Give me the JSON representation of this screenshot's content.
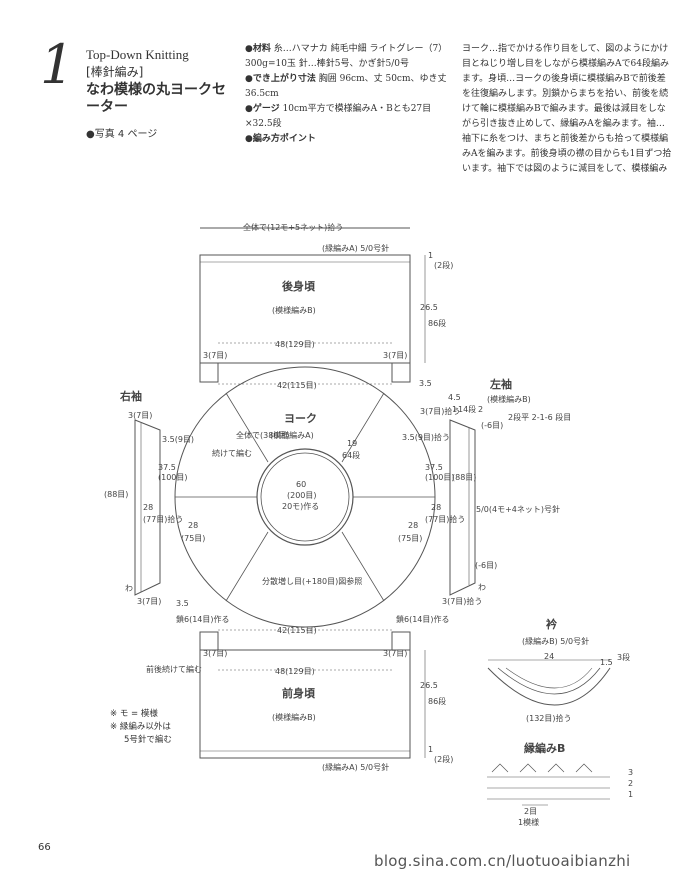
{
  "header": {
    "number": "1",
    "en_title": "Top-Down Knitting",
    "category": "[棒針編み]",
    "title": "なわ模様の丸ヨークセーター",
    "photo_ref": "●写真 4 ページ"
  },
  "instructions": {
    "materials_label": "●材料",
    "materials": "糸…ハマナカ 純毛中細 ライトグレー（7）300g=10玉 針…棒針5号、かぎ針5/0号",
    "size_label": "●でき上がり寸法",
    "size": "胸囲 96cm、丈 50cm、ゆき丈 36.5cm",
    "gauge_label": "●ゲージ",
    "gauge": "10cm平方で模様編みA・Bとも27目×32.5段",
    "points_label": "●編み方ポイント",
    "points": "ヨーク…指でかける作り目をして、図のようにかけ目とねじり増し目をしながら模様編みAで64段編みます。身頃…ヨークの後身頃に模様編みBで前後差を往復編みします。別鎖からまちを拾い、前後を続けて輪に模様編みBで編みます。最後は減目をしながら引き抜き止めして、縁編みAを編みます。袖…袖下に糸をつけ、まちと前後差からも拾って模様編みAを編みます。前後身頃の襟の目からも1目ずつ拾います。袖下では図のように減目をして、模様編みAを編みます。衿…縁編みBで編みます。"
  },
  "diagram": {
    "top_label": "全体で(12モ+5ネット)拾う",
    "back_border": "(縁編みA) 5/0号針",
    "back_title": "後身頃",
    "back_pattern": "(模様編みB)",
    "w48_back": "48(129目)",
    "w42_back": "42(115目)",
    "h265_back": "26.5",
    "h86_back": "86段",
    "side3_top_l": "3(7目)",
    "side3_top_r": "3(7目)",
    "v35_top": "3.5",
    "yoke_title": "ヨーク",
    "yoke_pattern": "(模様編みA)",
    "yoke_total": "全体で(380目)",
    "yoke_cont": "続けて編む",
    "yoke_19": "19",
    "yoke_64": "64段",
    "neck_60": "60",
    "neck_200": "(200目)",
    "neck_20": "20モ)作る",
    "dist_inc": "分散増し目(+180目)図参照",
    "w28_l": "28",
    "w28_r": "28",
    "w75_l": "(75目)",
    "w75_r": "(75目)",
    "right_sleeve": "右袖",
    "left_sleeve": "左袖",
    "left_sleeve_pattern": "(模様編みB)",
    "rs_3top": "3(7目)",
    "rs_35": "3.5(9目)",
    "rs_375": "37.5",
    "rs_100": "(100目)",
    "rs_88": "(88目)",
    "rs_28": "28",
    "rs_77": "(77目)拾う",
    "rs_3bot": "3(7目)",
    "ls_45": "4.5",
    "ls_1": "1",
    "ls_14": "14段",
    "ls_2": "2",
    "ls_dec": "2段平 2-1-6 段目",
    "ls_3top": "3(7目)拾う",
    "ls_35": "3.5(9目)拾う",
    "ls_375": "37.5",
    "ls_100": "(100目)",
    "ls_88": "(88目)",
    "ls_28": "28",
    "ls_77": "(77目)拾う",
    "ls_6": "(-6目)",
    "ls_6b": "(-6目)",
    "ls_50": "5/0(4モ+4ネット)号針",
    "ls_3bot": "3(7目)拾う",
    "ls_wa": "わ",
    "rs_wa": "わ",
    "chain6_l": "鎖6(14目)作る",
    "chain6_r": "鎖6(14目)作る",
    "front_3l": "3(7目)",
    "front_3r": "3(7目)",
    "w42_front": "42(115目)",
    "w48_front": "48(129目)",
    "front_cont": "前後続けて編む",
    "front_title": "前身頃",
    "front_pattern": "(模様編みB)",
    "h265_front": "26.5",
    "h86_front": "86段",
    "h1_top": "1",
    "h2_top": "(2段)",
    "h1_bot": "1",
    "h2_bot": "(2段)",
    "v35_l": "3.5",
    "front_border": "(縁編みA) 5/0号針",
    "collar_title": "衿",
    "collar_border": "(縁編みB) 5/0号針",
    "collar_24": "24",
    "collar_15": "1.5",
    "collar_3": "3段",
    "collar_132": "(132目)拾う",
    "chart_title": "縁編みB",
    "chart_rows": [
      "3",
      "2",
      "1"
    ],
    "chart_2": "2目",
    "chart_1": "1模様"
  },
  "notes": {
    "line1": "※ モ = 模様",
    "line2": "※ 縁編み以外は",
    "line3": "5号針で編む"
  },
  "footer": {
    "page": "66",
    "watermark": "blog.sina.com.cn/luotuoaibianzhi"
  }
}
